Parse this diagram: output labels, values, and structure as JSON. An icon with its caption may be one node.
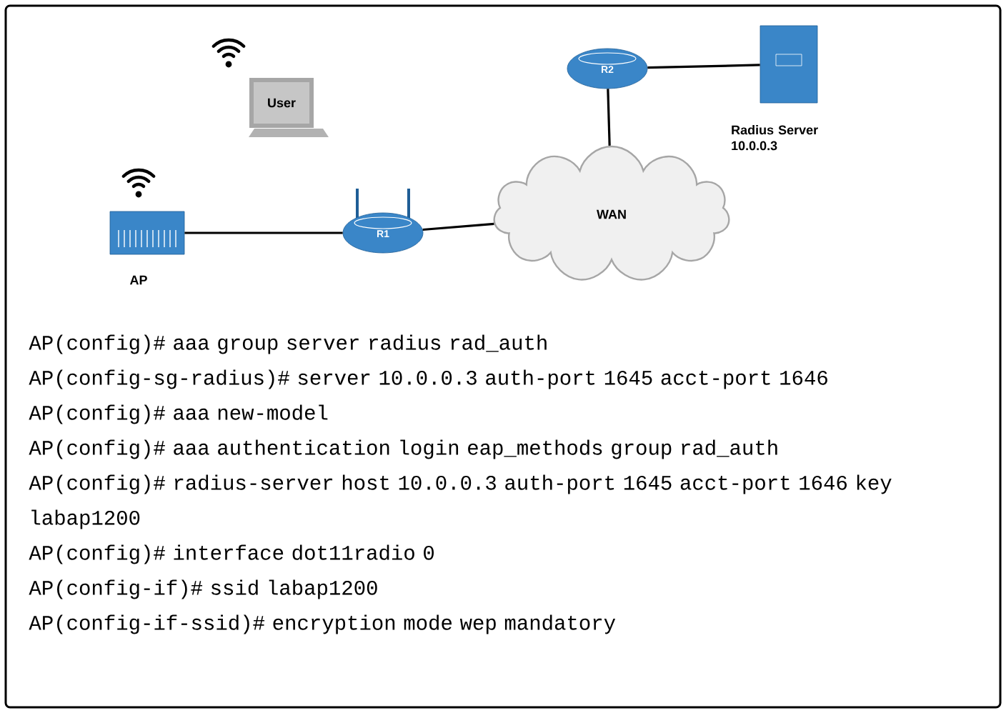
{
  "diagram": {
    "nodes": [
      {
        "text": [
          "User"
        ]
      },
      {
        "text": [
          "R2"
        ]
      },
      {
        "text": [
          "Radius Server 10.0.0.3"
        ]
      },
      {
        "text": [
          "AP"
        ]
      },
      {
        "text": [
          "R1"
        ]
      },
      {
        "text": [
          "WAN"
        ]
      }
    ],
    "edges": [
      {
        "from": 3,
        "to": 4,
        "arrow": "none"
      },
      {
        "from": 4,
        "to": 5,
        "arrow": "none"
      },
      {
        "from": 5,
        "to": 1,
        "arrow": "none"
      },
      {
        "from": 1,
        "to": 2,
        "arrow": "none"
      }
    ],
    "labels": [
      "AP(config)# aaa group server radius rad_auth",
      "AP(config-sg-radius)# server 10.0.0.3 auth-port 1645 acct-port 1646",
      "AP(config)# aaa new-model",
      "AP(config)# aaa authentication login eap_methods group rad_auth",
      "AP(config)# radius-server host 10.0.0.3 auth-port 1645 acct-port 1646 key labap1200",
      "AP(config)# interface dot11radio 0",
      "AP(config-if)# ssid labap1200",
      "AP(config-if-ssid)# encryption mode wep mandatory"
    ]
  }
}
